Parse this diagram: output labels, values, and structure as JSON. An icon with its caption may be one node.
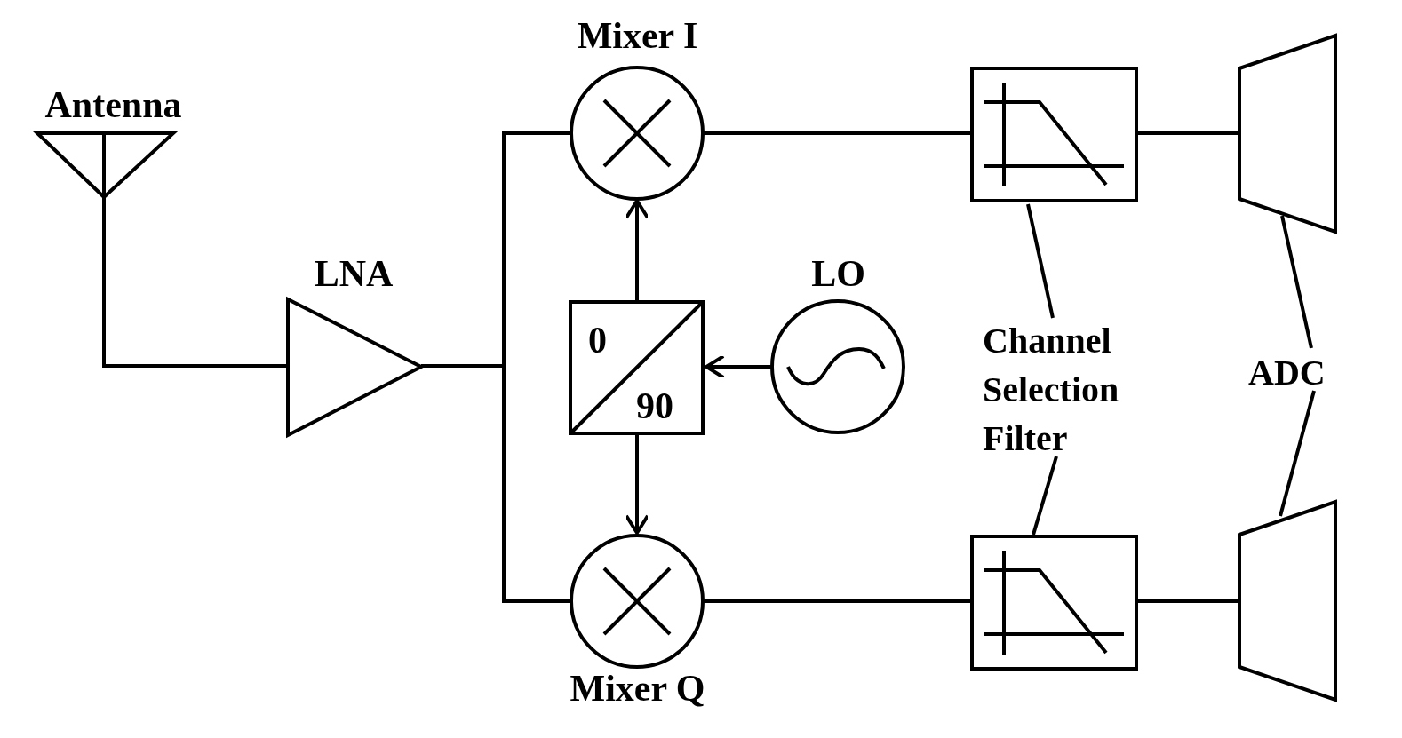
{
  "diagram": {
    "nodes": [
      {
        "text": [
          "Antenna"
        ]
      },
      {
        "text": [
          "LNA"
        ]
      },
      {
        "text": [
          "Mixer I"
        ]
      },
      {
        "text": [
          "Mixer Q"
        ]
      },
      {
        "text": [
          "0",
          "90"
        ]
      },
      {
        "text": [
          "LO"
        ]
      },
      {
        "text": [],
        "shape": "box"
      },
      {
        "text": [],
        "shape": "box"
      },
      {
        "text": [],
        "shape": "trapezoid"
      },
      {
        "text": [],
        "shape": "trapezoid"
      },
      {
        "text": [
          "Channel Selection Filter"
        ]
      },
      {
        "text": [
          "ADC"
        ]
      }
    ],
    "edges": [
      {
        "from": 0,
        "to": 1,
        "arrow": "none"
      },
      {
        "from": 1,
        "to": 2,
        "arrow": "none"
      },
      {
        "from": 1,
        "to": 3,
        "arrow": "none"
      },
      {
        "from": 4,
        "to": 2,
        "arrow": "to"
      },
      {
        "from": 4,
        "to": 3,
        "arrow": "to"
      },
      {
        "from": 5,
        "to": 4,
        "arrow": "to"
      },
      {
        "from": 2,
        "to": 6,
        "arrow": "none"
      },
      {
        "from": 3,
        "to": 7,
        "arrow": "none"
      },
      {
        "from": 6,
        "to": 8,
        "arrow": "none"
      },
      {
        "from": 7,
        "to": 9,
        "arrow": "none"
      },
      {
        "from": 10,
        "to": 6,
        "arrow": "none"
      },
      {
        "from": 10,
        "to": 7,
        "arrow": "none"
      },
      {
        "from": 11,
        "to": 8,
        "arrow": "none"
      },
      {
        "from": 11,
        "to": 9,
        "arrow": "none"
      }
    ]
  }
}
